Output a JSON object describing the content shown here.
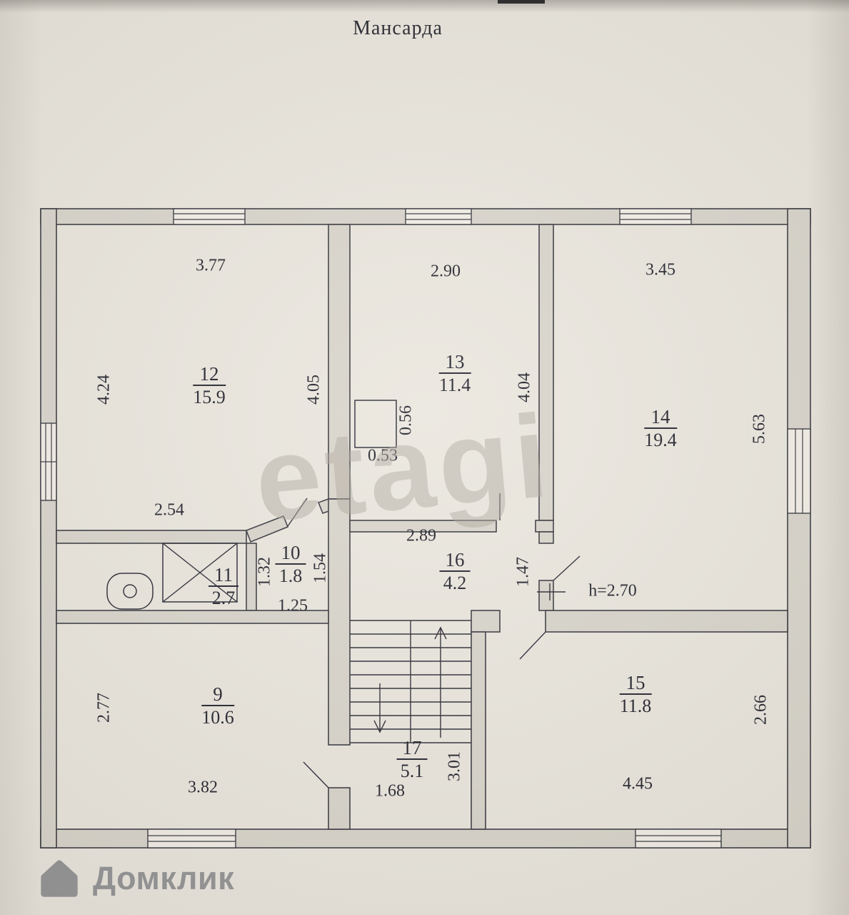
{
  "title": "Мансарда",
  "watermark": "etagi",
  "brand": {
    "name": "Домклик"
  },
  "rooms": {
    "r9": {
      "num": "9",
      "area": "10.6"
    },
    "r10": {
      "num": "10",
      "area": "1.8"
    },
    "r11": {
      "num": "11",
      "area": "2.7"
    },
    "r12": {
      "num": "12",
      "area": "15.9"
    },
    "r13": {
      "num": "13",
      "area": "11.4"
    },
    "r14": {
      "num": "14",
      "area": "19.4"
    },
    "r15": {
      "num": "15",
      "area": "11.8"
    },
    "r16": {
      "num": "16",
      "area": "4.2"
    },
    "r17": {
      "num": "17",
      "area": "5.1"
    }
  },
  "dims": {
    "top_w12": "3.77",
    "left_h12": "4.24",
    "right_h12": "4.05",
    "bottom_w12": "2.54",
    "top_w13": "2.90",
    "right_h13": "4.04",
    "closet_h": "0.56",
    "closet_w": "0.53",
    "top_w14": "3.45",
    "right_h14": "5.63",
    "left_h11": "1.32",
    "right_h10": "1.54",
    "bottom_w10": "1.25",
    "top_w16": "2.89",
    "right_h16": "1.47",
    "left_h9": "2.77",
    "bottom_w9": "3.82",
    "bottom_w17": "1.68",
    "right_h17": "3.01",
    "right_h15": "2.66",
    "bottom_w15": "4.45"
  },
  "annotations": {
    "ceiling_height": "h=2.70"
  }
}
